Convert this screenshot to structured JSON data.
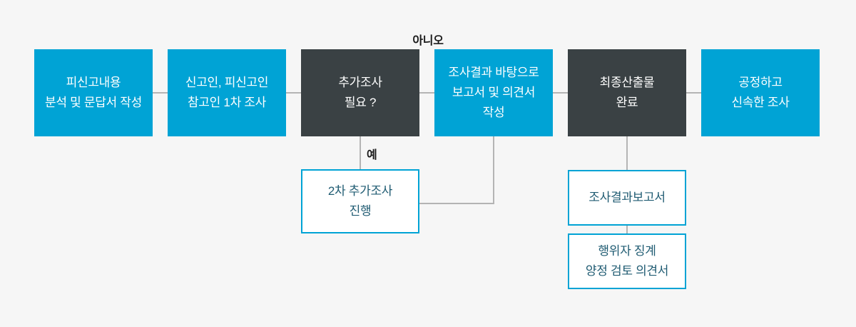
{
  "colors": {
    "background": "#f6f6f6",
    "primary_blue": "#00a3d5",
    "dark_slate": "#3a4144",
    "box_text_light": "#ffffff",
    "sub_box_text": "#1f5b72",
    "connector_gray": "#b4b4b4",
    "label_text": "#1a1a1a"
  },
  "flowchart": {
    "steps": [
      {
        "text": "피신고내용\n분석 및 문답서 작성",
        "variant": "blue"
      },
      {
        "text": "신고인, 피신고인\n참고인 1차 조사",
        "variant": "blue"
      },
      {
        "text": "추가조사\n필요 ?",
        "variant": "dark"
      },
      {
        "text": "조사결과 바탕으로\n보고서 및 의견서\n작성",
        "variant": "blue"
      },
      {
        "text": "최종산출물\n완료",
        "variant": "dark"
      },
      {
        "text": "공정하고\n신속한 조사",
        "variant": "blue"
      }
    ],
    "branch_labels": {
      "no": "아니오",
      "yes": "예"
    },
    "sub_boxes": [
      {
        "text": "2차 추가조사\n진행"
      },
      {
        "text": "조사결과보고서"
      },
      {
        "text": "행위자 징계\n양정 검토 의견서"
      }
    ]
  }
}
